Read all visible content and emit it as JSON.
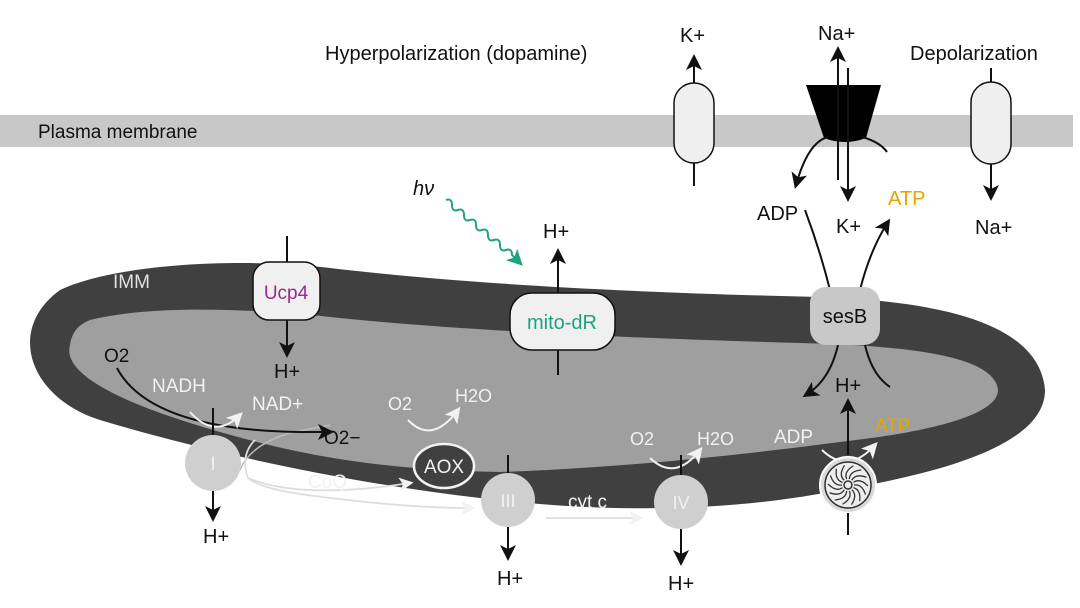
{
  "labels": {
    "hyperpolarization": "Hyperpolarization (dopamine)",
    "depolarization": "Depolarization",
    "plasma_membrane": "Plasma membrane",
    "imm": "IMM",
    "k_plus_out": "K+",
    "na_plus_out": "Na+",
    "k_plus_in": "K+",
    "na_plus_in": "Na+",
    "adp_cyto": "ADP",
    "atp_cyto": "ATP",
    "hv": "hν",
    "h_plus_mitodr": "H+",
    "ucp4": "Ucp4",
    "h_plus_ucp4": "H+",
    "mito_dr": "mito-dR",
    "sesb": "sesB",
    "o2_left": "O2",
    "nadh": "NADH",
    "nad_plus": "NAD+",
    "superoxide": "O2−",
    "complex_i": "I",
    "h_plus_i": "H+",
    "coq": "CoQ",
    "aox": "AOX",
    "o2_aox": "O2",
    "h2o_aox": "H2O",
    "complex_iii": "III",
    "h_plus_iii": "H+",
    "cyt_c": "cyt c",
    "complex_iv": "IV",
    "o2_iv": "O2",
    "h2o_iv": "H2O",
    "h_plus_iv": "H+",
    "adp_matrix": "ADP",
    "atp_matrix": "ATP",
    "h_plus_synthase": "H+"
  },
  "colors": {
    "ucp4": "#9b2a8a",
    "mito_dr": "#1fa37f",
    "atp": "#e5a500",
    "membrane": "#c8c8c8",
    "imm": "#404040",
    "matrix": "#9f9f9f"
  }
}
